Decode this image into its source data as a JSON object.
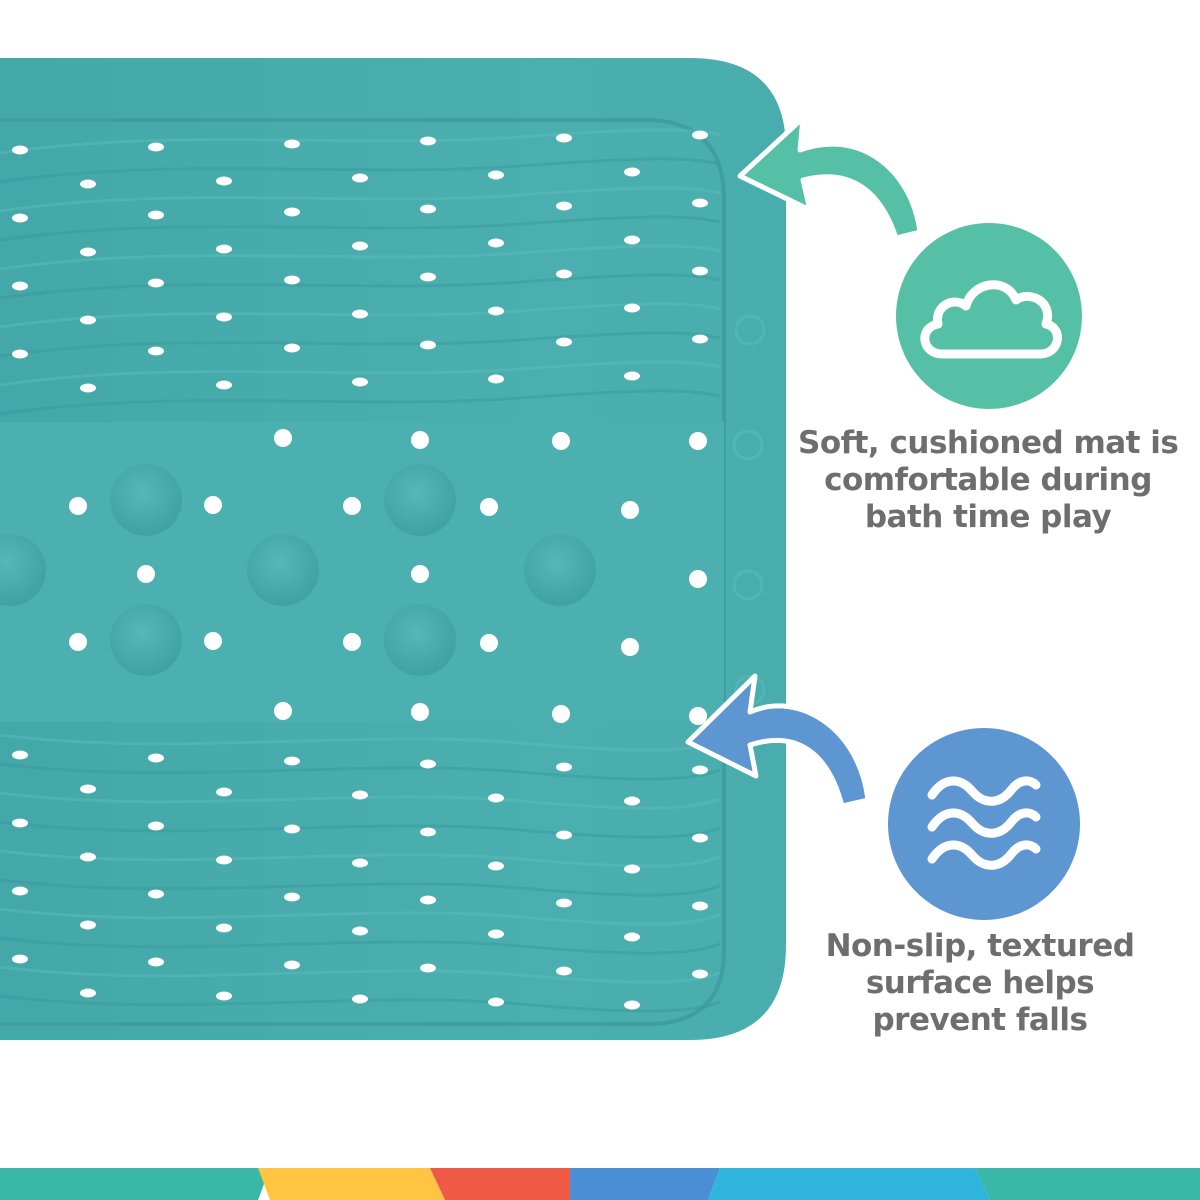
{
  "features": [
    {
      "id": "cushion",
      "icon": "cloud-icon",
      "lines": [
        "Soft, cushioned mat is",
        "comfortable during",
        "bath time play"
      ]
    },
    {
      "id": "slip",
      "icon": "waves-icon",
      "lines": [
        "Non-slip, textured",
        "surface helps",
        "prevent falls"
      ]
    }
  ],
  "colors": {
    "mat": "#47ABAB",
    "mat_light": "#5ABBBA",
    "mat_dark": "#3A9B9C",
    "cloud_badge": "#55C0A5",
    "wave_badge": "#5E96D2",
    "caption_text": "#6E6E6E",
    "strip": [
      "#39B7A7",
      "#FFC542",
      "#EF5A46",
      "#4A8FD6",
      "#2FB4DE",
      "#39B7A7"
    ]
  }
}
